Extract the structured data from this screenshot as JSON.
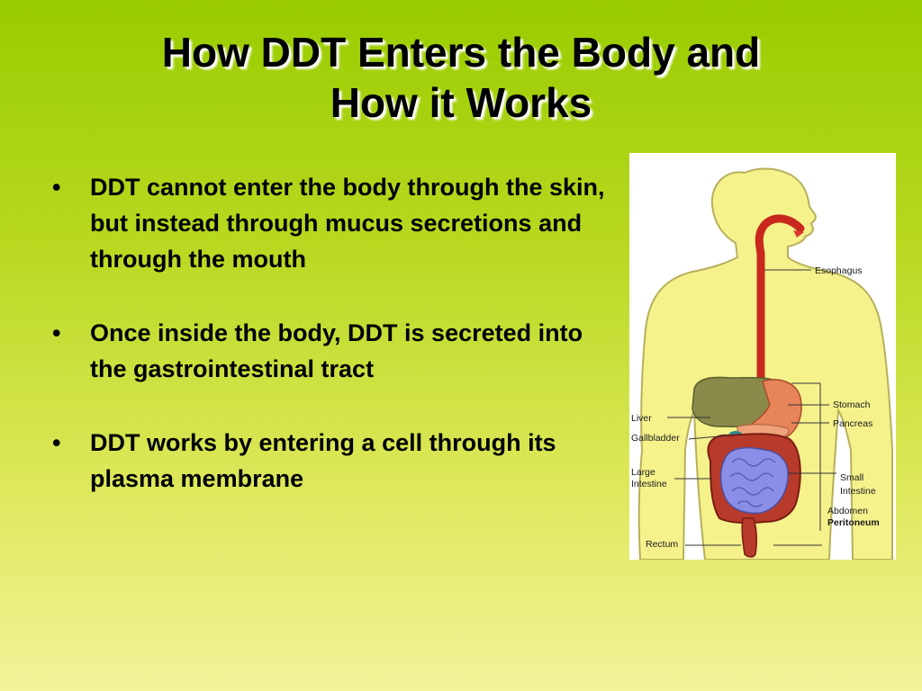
{
  "slide": {
    "title_lines": [
      "How DDT Enters the Body and",
      "How it Works"
    ],
    "bullet_marker": "•",
    "bullets": [
      "DDT cannot enter the body through the skin, but instead through mucus secretions and through the mouth",
      "Once inside the body, DDT is secreted into the gastrointestinal tract",
      "DDT works by entering a cell through its plasma membrane"
    ]
  },
  "figure": {
    "labels": {
      "esophagus": "Esophagus",
      "stomach": "Stomach",
      "pancreas": "Pancreas",
      "liver": "Liver",
      "gallbladder": "Gallbladder",
      "large_intestine_1": "Large",
      "large_intestine_2": "Intestine",
      "small_intestine_1": "Small",
      "small_intestine_2": "Intestine",
      "abdomen": "Abdomen",
      "peritoneum": "Peritoneum",
      "rectum": "Rectum"
    }
  },
  "colors": {
    "background_top": "#99cc00",
    "background_bottom": "#f4f29a",
    "body_fill": "#f5f28c",
    "esophagus": "#c8281e",
    "liver": "#8a8a4a",
    "stomach": "#e8845a",
    "large_intestine": "#b83a2a",
    "small_intestine": "#8a8ee6"
  }
}
